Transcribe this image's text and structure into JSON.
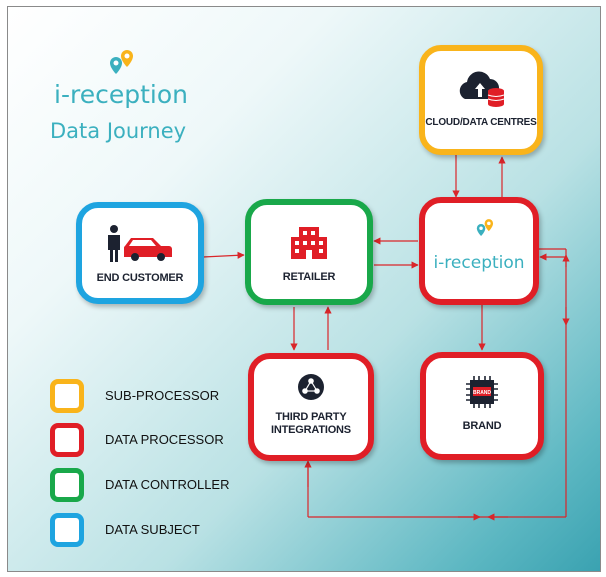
{
  "header": {
    "logo_text": "i-reception",
    "subtitle": "Data Journey"
  },
  "nodes": {
    "cloud": {
      "label": "CLOUD/DATA CENTRES",
      "color": "#f9b41b",
      "icon": "cloud-database-icon"
    },
    "end_customer": {
      "label": "END CUSTOMER",
      "color": "#1ea4e0",
      "icon": "person-car-icon"
    },
    "retailer": {
      "label": "RETAILER",
      "color": "#19a84a",
      "icon": "building-icon"
    },
    "ireception": {
      "label": "i-reception",
      "color": "#e01e26",
      "icon": "location-pin-icon"
    },
    "third_party": {
      "label_line1": "THIRD PARTY",
      "label_line2": "INTEGRATIONS",
      "color": "#e01e26",
      "icon": "network-hub-icon"
    },
    "brand": {
      "label": "BRAND",
      "chip_text": "BRAND",
      "color": "#e01e26",
      "icon": "chip-icon"
    }
  },
  "legend": [
    {
      "label": "SUB-PROCESSOR",
      "color": "#f9b41b"
    },
    {
      "label": "DATA PROCESSOR",
      "color": "#e01e26"
    },
    {
      "label": "DATA CONTROLLER",
      "color": "#19a84a"
    },
    {
      "label": "DATA SUBJECT",
      "color": "#1ea4e0"
    }
  ],
  "arrow_color": "#d9262a"
}
